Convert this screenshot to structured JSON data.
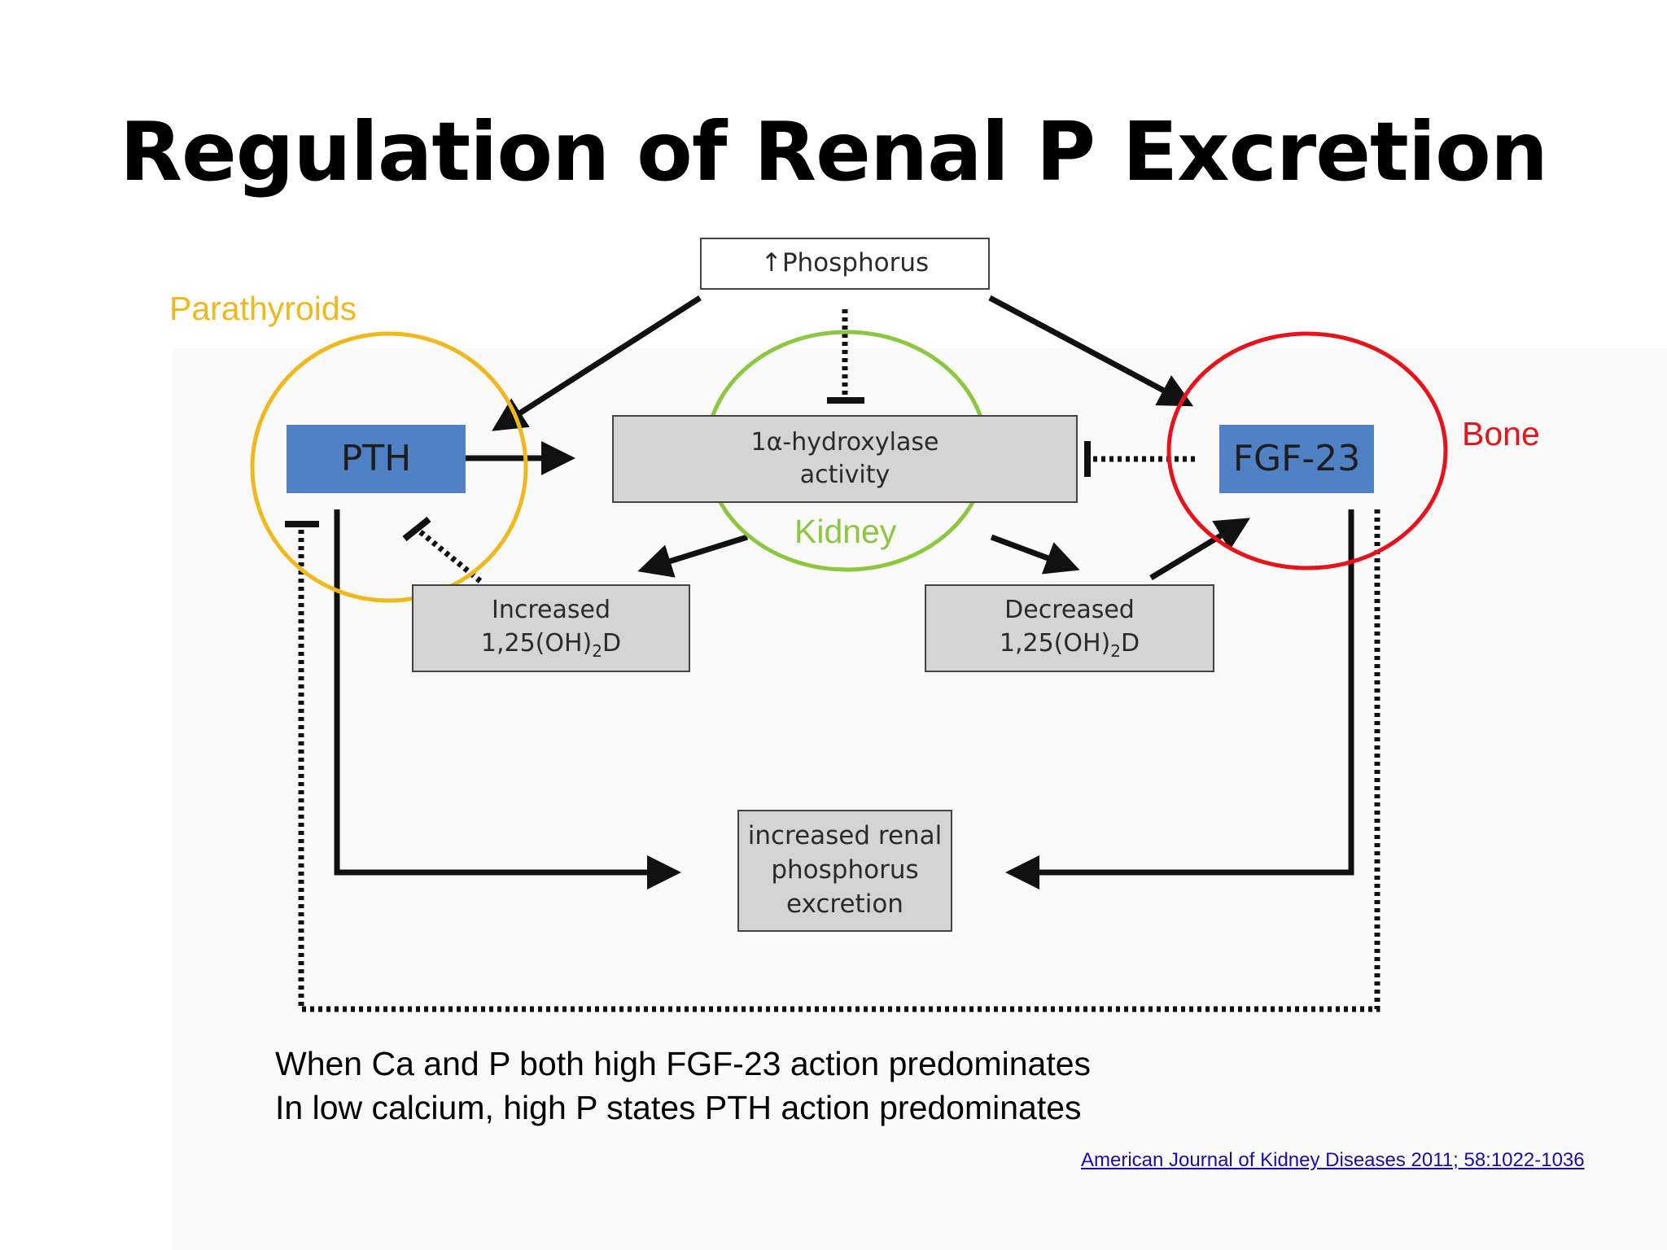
{
  "title": "Regulation of Renal P Excretion",
  "boxes": {
    "phosphorus": "↑Phosphorus",
    "pth": "PTH",
    "hydroxylase_line1": "1α-hydroxylase",
    "hydroxylase_line2": "activity",
    "fgf23": "FGF-23",
    "increased_line1": "Increased",
    "increased_line2": "1,25(OH)",
    "increased_sub": "2",
    "increased_tail": "D",
    "decreased_line1": "Decreased",
    "decreased_line2": "1,25(OH)",
    "decreased_sub": "2",
    "decreased_tail": "D",
    "excretion_line1": "increased renal",
    "excretion_line2": "phosphorus",
    "excretion_line3": "excretion"
  },
  "regions": {
    "parathyroids": {
      "label": "Parathyroids",
      "color": "#f0b81c"
    },
    "kidney": {
      "label": "Kidney",
      "color": "#8dc63f"
    },
    "bone": {
      "label": "Bone",
      "color": "#e8121b"
    }
  },
  "notes": [
    "When Ca and P both high FGF-23 action predominates",
    "In low calcium, high P states PTH action predominates"
  ],
  "citation": "American Journal of Kidney Diseases 2011; 58:1022-1036"
}
